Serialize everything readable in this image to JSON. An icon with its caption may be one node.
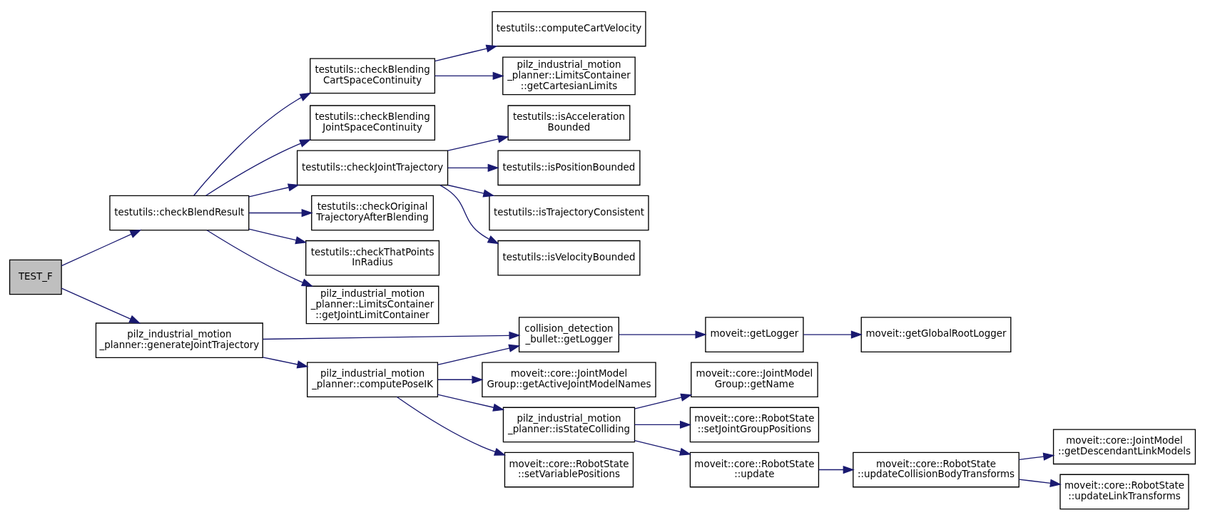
{
  "diagram": {
    "nodes": [
      {
        "text": [
          "TEST_F"
        ]
      },
      {
        "text": [
          "testutils::checkBlendResult"
        ]
      },
      {
        "text": [
          "pilz_industrial_motion _planner::generateJointTrajectory"
        ]
      },
      {
        "text": [
          "testutils::checkBlending CartSpaceContinuity"
        ]
      },
      {
        "text": [
          "testutils::checkBlending JointSpaceContinuity"
        ]
      },
      {
        "text": [
          "testutils::checkJointTrajectory"
        ]
      },
      {
        "text": [
          "testutils::checkOriginal TrajectoryAfterBlending"
        ]
      },
      {
        "text": [
          "testutils::checkThatPoints InRadius"
        ]
      },
      {
        "text": [
          "pilz_industrial_motion _planner::LimitsContainer ::getJointLimitContainer"
        ]
      },
      {
        "text": [
          "collision_detection _bullet::getLogger"
        ]
      },
      {
        "text": [
          "pilz_industrial_motion _planner::computePoseIK"
        ]
      },
      {
        "text": [
          "testutils::computeCartVelocity"
        ]
      },
      {
        "text": [
          "pilz_industrial_motion _planner::LimitsContainer ::getCartesianLimits"
        ]
      },
      {
        "text": [
          "testutils::isAcceleration Bounded"
        ]
      },
      {
        "text": [
          "testutils::isPositionBounded"
        ]
      },
      {
        "text": [
          "testutils::isTrajectoryConsistent"
        ]
      },
      {
        "text": [
          "testutils::isVelocityBounded"
        ]
      },
      {
        "text": [
          "moveit::getLogger"
        ]
      },
      {
        "text": [
          "moveit::core::JointModel Group::getActiveJointModelNames"
        ]
      },
      {
        "text": [
          "pilz_industrial_motion _planner::isStateColliding"
        ]
      },
      {
        "text": [
          "moveit::core::RobotState ::setVariablePositions"
        ]
      },
      {
        "text": [
          "moveit::getGlobalRootLogger"
        ]
      },
      {
        "text": [
          "moveit::core::JointModel Group::getName"
        ]
      },
      {
        "text": [
          "moveit::core::RobotState ::setJointGroupPositions"
        ]
      },
      {
        "text": [
          "moveit::core::RobotState ::update"
        ]
      },
      {
        "text": [
          "moveit::core::RobotState ::updateCollisionBodyTransforms"
        ]
      },
      {
        "text": [
          "moveit::core::JointModel ::getDescendantLinkModels"
        ]
      },
      {
        "text": [
          "moveit::core::RobotState ::updateLinkTransforms"
        ]
      }
    ],
    "edges": [
      {
        "from": 0,
        "to": 1,
        "arrow": "to"
      },
      {
        "from": 0,
        "to": 2,
        "arrow": "to"
      },
      {
        "from": 1,
        "to": 3,
        "arrow": "to"
      },
      {
        "from": 1,
        "to": 4,
        "arrow": "to"
      },
      {
        "from": 1,
        "to": 5,
        "arrow": "to"
      },
      {
        "from": 1,
        "to": 6,
        "arrow": "to"
      },
      {
        "from": 1,
        "to": 7,
        "arrow": "to"
      },
      {
        "from": 1,
        "to": 8,
        "arrow": "to"
      },
      {
        "from": 2,
        "to": 9,
        "arrow": "to"
      },
      {
        "from": 2,
        "to": 10,
        "arrow": "to"
      },
      {
        "from": 3,
        "to": 11,
        "arrow": "to"
      },
      {
        "from": 3,
        "to": 12,
        "arrow": "to"
      },
      {
        "from": 5,
        "to": 13,
        "arrow": "to"
      },
      {
        "from": 5,
        "to": 14,
        "arrow": "to"
      },
      {
        "from": 5,
        "to": 15,
        "arrow": "to"
      },
      {
        "from": 5,
        "to": 16,
        "arrow": "to"
      },
      {
        "from": 9,
        "to": 17,
        "arrow": "to"
      },
      {
        "from": 10,
        "to": 9,
        "arrow": "to"
      },
      {
        "from": 10,
        "to": 18,
        "arrow": "to"
      },
      {
        "from": 10,
        "to": 19,
        "arrow": "to"
      },
      {
        "from": 10,
        "to": 20,
        "arrow": "to"
      },
      {
        "from": 17,
        "to": 21,
        "arrow": "to"
      },
      {
        "from": 19,
        "to": 22,
        "arrow": "to"
      },
      {
        "from": 19,
        "to": 23,
        "arrow": "to"
      },
      {
        "from": 19,
        "to": 24,
        "arrow": "to"
      },
      {
        "from": 24,
        "to": 25,
        "arrow": "to"
      },
      {
        "from": 25,
        "to": 26,
        "arrow": "to"
      },
      {
        "from": 25,
        "to": 27,
        "arrow": "to"
      }
    ]
  }
}
